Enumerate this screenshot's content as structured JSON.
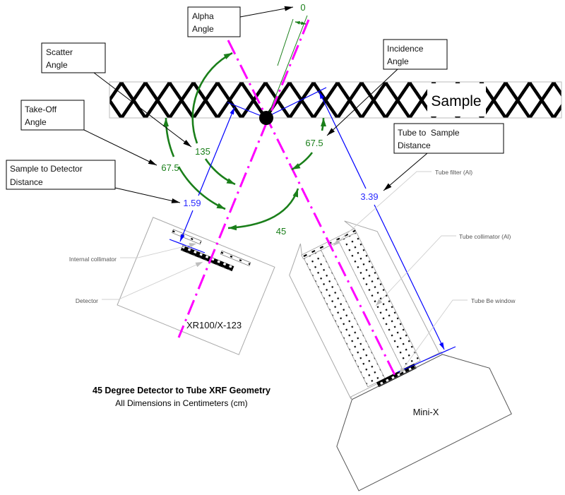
{
  "callouts": {
    "alpha": {
      "line1": "Alpha",
      "line2": "Angle"
    },
    "scatter": {
      "line1": "Scatter",
      "line2": "Angle"
    },
    "takeoff": {
      "line1": "Take-Off",
      "line2": "Angle"
    },
    "sample_detector": {
      "line1": "Sample to Detector",
      "line2": "Distance"
    },
    "incidence": {
      "line1": "Incidence",
      "line2": "Angle"
    },
    "tube_sample": {
      "line1": "Tube to  Sample",
      "line2": "Distance"
    }
  },
  "angles": {
    "alpha": "0",
    "scatter": "135",
    "takeoff": "67.5",
    "incidence": "67.5",
    "detector_to_tube": "45"
  },
  "distances": {
    "sample_to_detector": "1.59",
    "tube_to_sample": "3.39"
  },
  "sample": {
    "label": "Sample"
  },
  "detector": {
    "name": "XR100/X-123",
    "parts": {
      "internal_collimator": "Internal collimator",
      "detector": "Detector"
    }
  },
  "tube": {
    "name": "Mini-X",
    "parts": {
      "filter": "Tube filter (Al)",
      "collimator": "Tube collimator (Al)",
      "window": "Tube Be window"
    }
  },
  "caption": {
    "title": "45 Degree Detector to Tube XRF Geometry",
    "subtitle": "All Dimensions in Centimeters (cm)"
  },
  "colors": {
    "angle": "#1a7f1a",
    "dimension": "#0000ff",
    "beam_axis": "#ff00ff"
  }
}
